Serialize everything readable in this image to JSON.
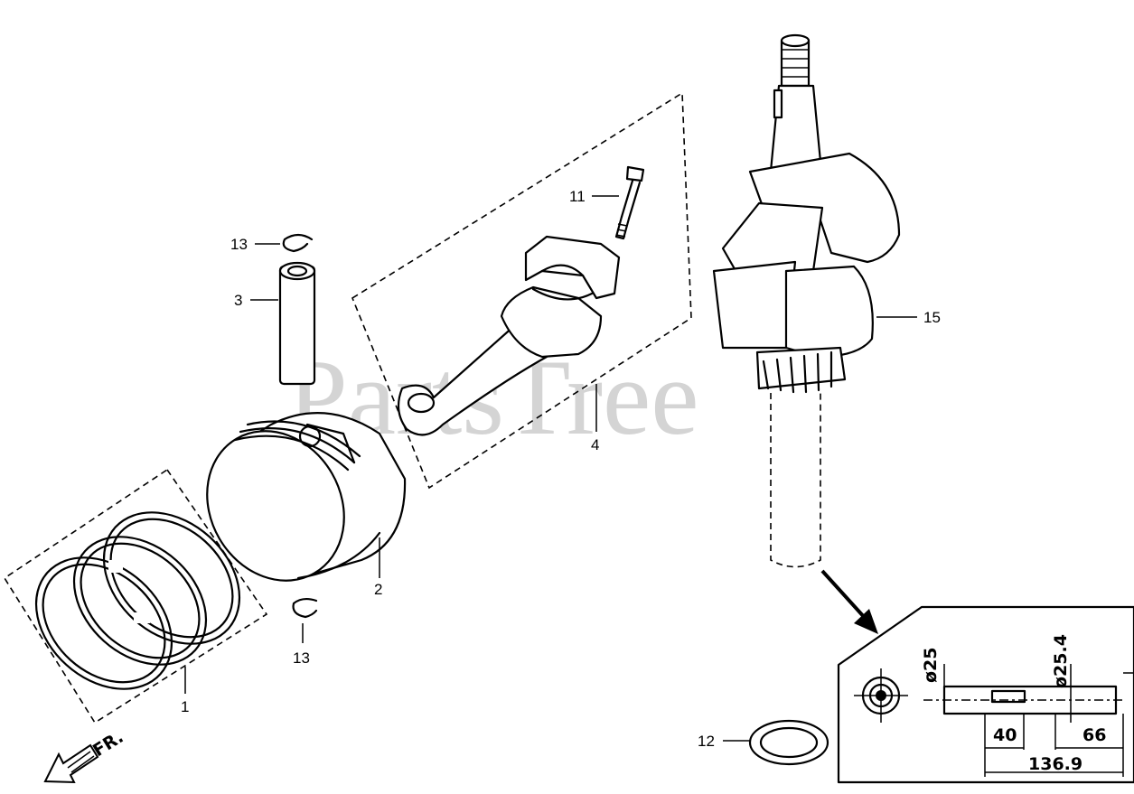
{
  "watermark": "PartsTree",
  "direction_label": "FR.",
  "callouts": {
    "piston_rings": "1",
    "piston": "2",
    "piston_pin": "3",
    "connecting_rod": "4",
    "rod_bolt": "11",
    "crank_spacer": "12",
    "clip_top": "13",
    "clip_bottom": "13",
    "crankshaft": "15"
  },
  "detail": {
    "diameter_a": "ø25",
    "diameter_b": "ø25.4",
    "length_a": "40",
    "length_b": "66",
    "total_length": "136.9"
  }
}
